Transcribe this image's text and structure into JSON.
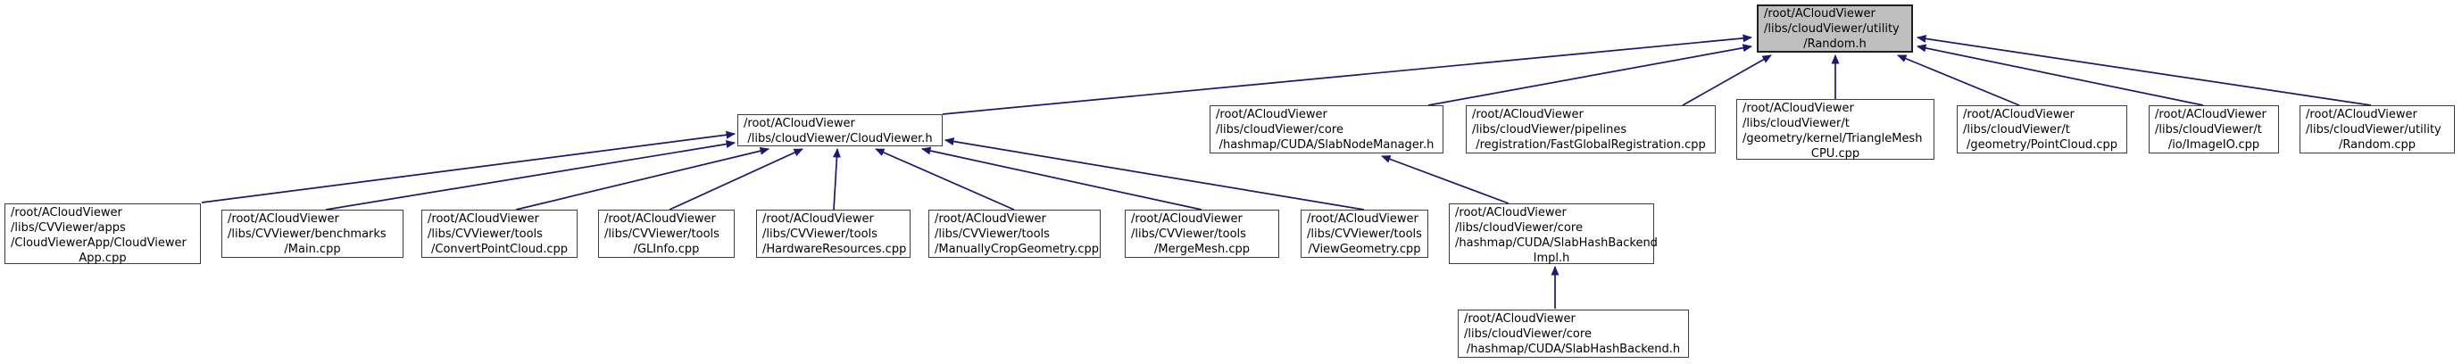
{
  "diagram": {
    "kind": "include-dependency-graph",
    "colors": {
      "edge": "#191970",
      "node_fill": "#ffffff",
      "root_fill": "#bfbfbf",
      "node_border": "#3d3d3d",
      "text": "#000000",
      "background": "#ffffff"
    },
    "nodes": [
      {
        "id": "random-h",
        "role": "root",
        "lines": [
          "/root/ACloudViewer",
          "/libs/cloudViewer/utility",
          "/Random.h"
        ]
      },
      {
        "id": "cloudviewer-h",
        "role": "node",
        "lines": [
          "/root/ACloudViewer",
          "/libs/cloudViewer/CloudViewer.h"
        ]
      },
      {
        "id": "slabnodemanager-h",
        "role": "node",
        "lines": [
          "/root/ACloudViewer",
          "/libs/cloudViewer/core",
          "/hashmap/CUDA/SlabNodeManager.h"
        ]
      },
      {
        "id": "fastglobalregistration-cpp",
        "role": "node",
        "lines": [
          "/root/ACloudViewer",
          "/libs/cloudViewer/pipelines",
          "/registration/FastGlobalRegistration.cpp"
        ]
      },
      {
        "id": "trianglemeshcpu-cpp",
        "role": "node",
        "lines": [
          "/root/ACloudViewer",
          "/libs/cloudViewer/t",
          "/geometry/kernel/TriangleMesh",
          "CPU.cpp"
        ]
      },
      {
        "id": "pointcloud-cpp",
        "role": "node",
        "lines": [
          "/root/ACloudViewer",
          "/libs/cloudViewer/t",
          "/geometry/PointCloud.cpp"
        ]
      },
      {
        "id": "imageio-cpp",
        "role": "node",
        "lines": [
          "/root/ACloudViewer",
          "/libs/cloudViewer/t",
          "/io/ImageIO.cpp"
        ]
      },
      {
        "id": "random-cpp",
        "role": "node",
        "lines": [
          "/root/ACloudViewer",
          "/libs/cloudViewer/utility",
          "/Random.cpp"
        ]
      },
      {
        "id": "cloudviewerapp-cpp",
        "role": "node",
        "lines": [
          "/root/ACloudViewer",
          "/libs/CVViewer/apps",
          "/CloudViewerApp/CloudViewer",
          "App.cpp"
        ]
      },
      {
        "id": "main-cpp",
        "role": "node",
        "lines": [
          "/root/ACloudViewer",
          "/libs/CVViewer/benchmarks",
          "/Main.cpp"
        ]
      },
      {
        "id": "convertpointcloud-cpp",
        "role": "node",
        "lines": [
          "/root/ACloudViewer",
          "/libs/CVViewer/tools",
          "/ConvertPointCloud.cpp"
        ]
      },
      {
        "id": "glinfo-cpp",
        "role": "node",
        "lines": [
          "/root/ACloudViewer",
          "/libs/CVViewer/tools",
          "/GLInfo.cpp"
        ]
      },
      {
        "id": "hardwareresources-cpp",
        "role": "node",
        "lines": [
          "/root/ACloudViewer",
          "/libs/CVViewer/tools",
          "/HardwareResources.cpp"
        ]
      },
      {
        "id": "manuallycropgeometry-cpp",
        "role": "node",
        "lines": [
          "/root/ACloudViewer",
          "/libs/CVViewer/tools",
          "/ManuallyCropGeometry.cpp"
        ]
      },
      {
        "id": "mergemesh-cpp",
        "role": "node",
        "lines": [
          "/root/ACloudViewer",
          "/libs/CVViewer/tools",
          "/MergeMesh.cpp"
        ]
      },
      {
        "id": "viewgeometry-cpp",
        "role": "node",
        "lines": [
          "/root/ACloudViewer",
          "/libs/CVViewer/tools",
          "/ViewGeometry.cpp"
        ]
      },
      {
        "id": "slabhashbackendimpl-h",
        "role": "node",
        "lines": [
          "/root/ACloudViewer",
          "/libs/cloudViewer/core",
          "/hashmap/CUDA/SlabHashBackend",
          "Impl.h"
        ]
      },
      {
        "id": "slabhashbackend-h",
        "role": "node",
        "lines": [
          "/root/ACloudViewer",
          "/libs/cloudViewer/core",
          "/hashmap/CUDA/SlabHashBackend.h"
        ]
      }
    ],
    "edges": [
      {
        "from": "cloudviewer-h",
        "to": "random-h"
      },
      {
        "from": "slabnodemanager-h",
        "to": "random-h"
      },
      {
        "from": "fastglobalregistration-cpp",
        "to": "random-h"
      },
      {
        "from": "trianglemeshcpu-cpp",
        "to": "random-h"
      },
      {
        "from": "pointcloud-cpp",
        "to": "random-h"
      },
      {
        "from": "imageio-cpp",
        "to": "random-h"
      },
      {
        "from": "random-cpp",
        "to": "random-h"
      },
      {
        "from": "cloudviewerapp-cpp",
        "to": "cloudviewer-h"
      },
      {
        "from": "main-cpp",
        "to": "cloudviewer-h"
      },
      {
        "from": "convertpointcloud-cpp",
        "to": "cloudviewer-h"
      },
      {
        "from": "glinfo-cpp",
        "to": "cloudviewer-h"
      },
      {
        "from": "hardwareresources-cpp",
        "to": "cloudviewer-h"
      },
      {
        "from": "manuallycropgeometry-cpp",
        "to": "cloudviewer-h"
      },
      {
        "from": "mergemesh-cpp",
        "to": "cloudviewer-h"
      },
      {
        "from": "viewgeometry-cpp",
        "to": "cloudviewer-h"
      },
      {
        "from": "slabhashbackendimpl-h",
        "to": "slabnodemanager-h"
      },
      {
        "from": "slabhashbackend-h",
        "to": "slabhashbackendimpl-h"
      }
    ]
  }
}
